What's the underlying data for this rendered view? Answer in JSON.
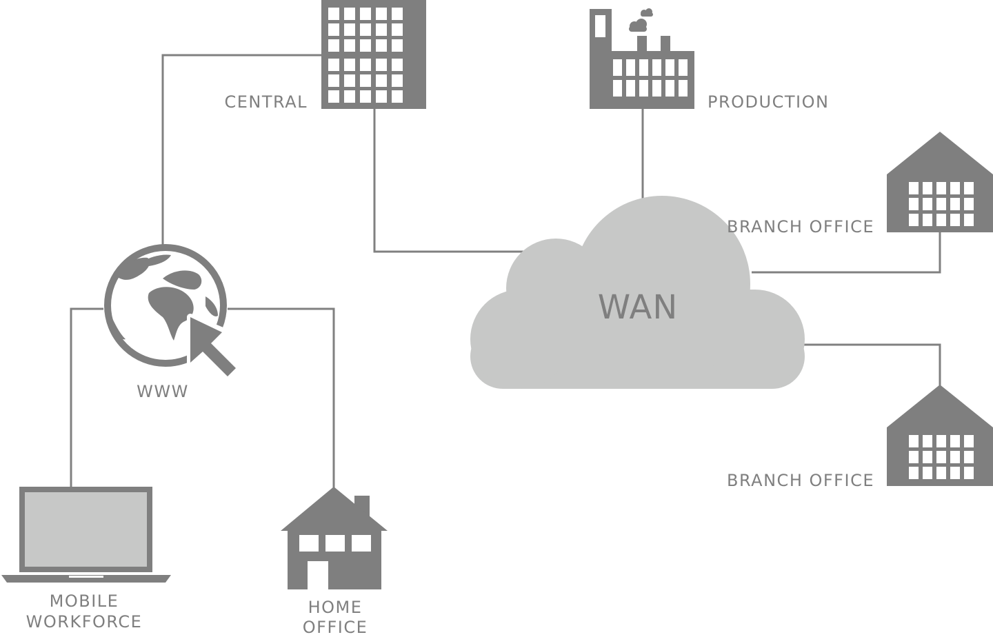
{
  "nodes": {
    "central": {
      "label": "CENTRAL"
    },
    "production": {
      "label": "PRODUCTION"
    },
    "branch_office_1": {
      "label": "BRANCH OFFICE"
    },
    "branch_office_2": {
      "label": "BRANCH OFFICE"
    },
    "wan": {
      "label": "WAN"
    },
    "www": {
      "label": "WWW"
    },
    "mobile_workforce": {
      "label_line1": "MOBILE",
      "label_line2": "WORKFORCE"
    },
    "home_office": {
      "label_line1": "HOME",
      "label_line2": "OFFICE"
    }
  },
  "icons": {
    "central": "office-tower-icon",
    "production": "factory-icon",
    "branch_office": "warehouse-building-icon",
    "wan": "cloud-icon",
    "www": "globe-with-cursor-icon",
    "mobile_workforce": "laptop-icon",
    "home_office": "house-icon"
  },
  "colors": {
    "icon": "#7f7f7f",
    "cloud": "#c7c8c7",
    "connector": "#808080",
    "label": "#7f7f7f",
    "background": "#ffffff"
  }
}
